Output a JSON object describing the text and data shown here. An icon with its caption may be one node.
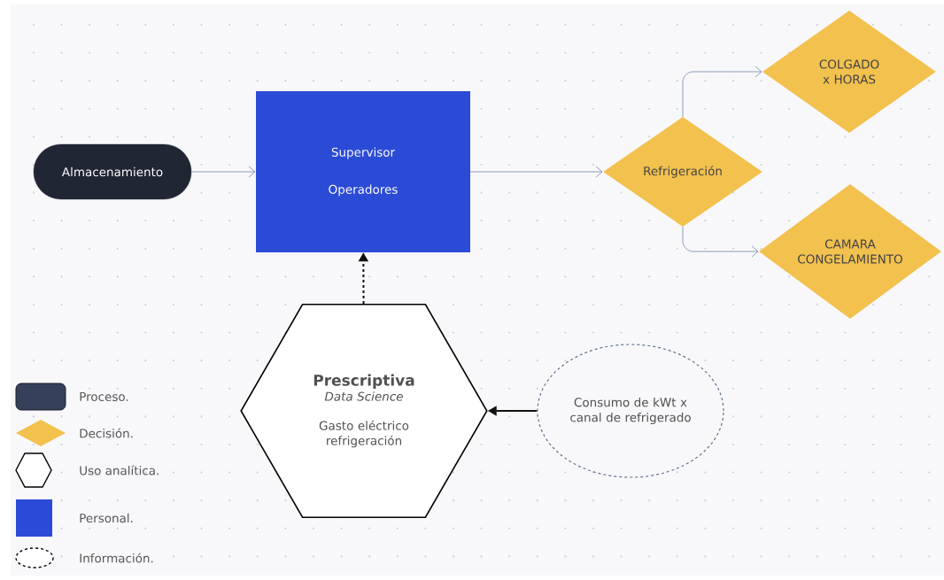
{
  "diagram": {
    "nodes": [
      {
        "text": [
          "Almacenamiento"
        ]
      },
      {
        "text": [
          "Supervisor",
          "Operadores"
        ]
      },
      {
        "text": [
          "Refrigeración"
        ]
      },
      {
        "text": [
          "COLGADO x HORAS"
        ]
      },
      {
        "text": [
          "CAMARA CONGELAMIENTO"
        ]
      },
      {
        "text": [
          "Prescriptiva",
          "Data Science",
          "Gasto eléctrico refrigeración"
        ]
      },
      {
        "text": [
          "Consumo de kWt x canal de refrigerado"
        ]
      }
    ],
    "edges": [
      {
        "from": 0,
        "to": 1,
        "arrow": "to"
      },
      {
        "from": 1,
        "to": 2,
        "arrow": "to"
      },
      {
        "from": 2,
        "to": 3,
        "arrow": "to"
      },
      {
        "from": 2,
        "to": 4,
        "arrow": "to"
      },
      {
        "from": 5,
        "to": 1,
        "arrow": "to",
        "style": "dashed",
        "color": "#111111"
      },
      {
        "from": 6,
        "to": 5,
        "arrow": "to",
        "color": "#111111"
      }
    ],
    "legend": [
      {
        "text": "Proceso.",
        "color": "#35415a"
      },
      {
        "text": "Decisión.",
        "color": "#f2c14e"
      },
      {
        "text": "Uso analítica."
      },
      {
        "text": "Personal.",
        "color": "#2b4bd6"
      },
      {
        "text": "Información."
      }
    ]
  }
}
